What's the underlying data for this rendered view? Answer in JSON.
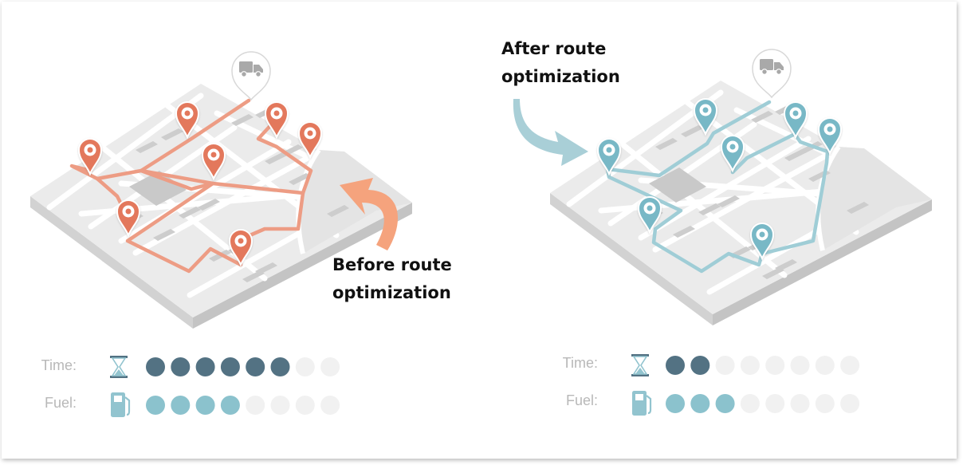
{
  "captions": {
    "before": [
      "Before route",
      "optimization"
    ],
    "after": [
      "After route",
      "optimization"
    ]
  },
  "panels": [
    {
      "key": "before",
      "route_color": "#ed9c84",
      "pin_color": "#e3785c",
      "arrow_color": "#f5a37d",
      "metrics": [
        {
          "label": "Time:",
          "icon": "hourglass-icon",
          "filled": 6,
          "total": 8
        },
        {
          "label": "Fuel:",
          "icon": "fuel-pump-icon",
          "filled": 4,
          "total": 8
        }
      ]
    },
    {
      "key": "after",
      "route_color": "#9fcdd6",
      "pin_color": "#78b8c6",
      "arrow_color": "#a9cfd7",
      "metrics": [
        {
          "label": "Time:",
          "icon": "hourglass-icon",
          "filled": 2,
          "total": 8
        },
        {
          "label": "Fuel:",
          "icon": "fuel-pump-icon",
          "filled": 3,
          "total": 8
        }
      ]
    }
  ],
  "colors": {
    "time_dot": "#537283",
    "fuel_dot": "#8bc2cd",
    "empty_dot": "#f1f1f1",
    "icon": "#92c4cf",
    "map_top": "#ebebeb",
    "map_side_left": "#d2d2d2",
    "map_side_right": "#c4c4c4",
    "street": "#ffffff",
    "building": "#cdcdcd",
    "truck_pin": "#a9a9a9"
  }
}
